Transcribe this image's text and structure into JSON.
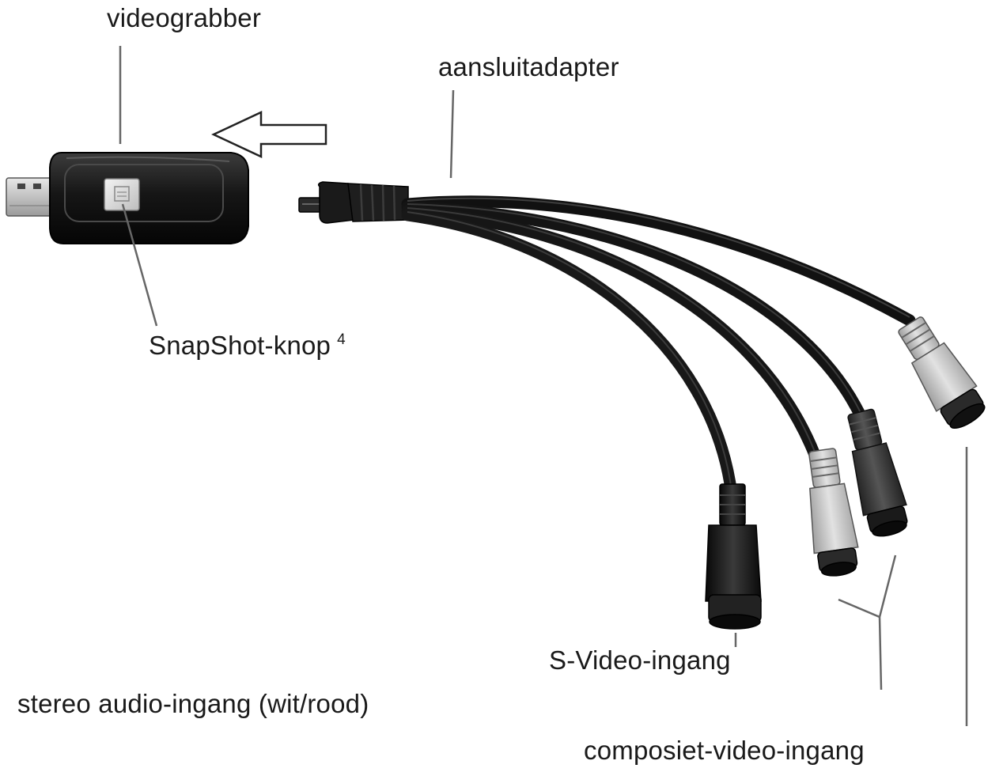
{
  "labels": {
    "videograbber": "videograbber",
    "adapter": "aansluitadapter",
    "snapshot_button": "SnapShot-knop",
    "snapshot_footnote": "4",
    "svideo_input": "S-Video-ingang",
    "stereo_audio_input": "stereo audio-ingang (wit/rood)",
    "composite_video_input": "composiet-video-ingang"
  }
}
